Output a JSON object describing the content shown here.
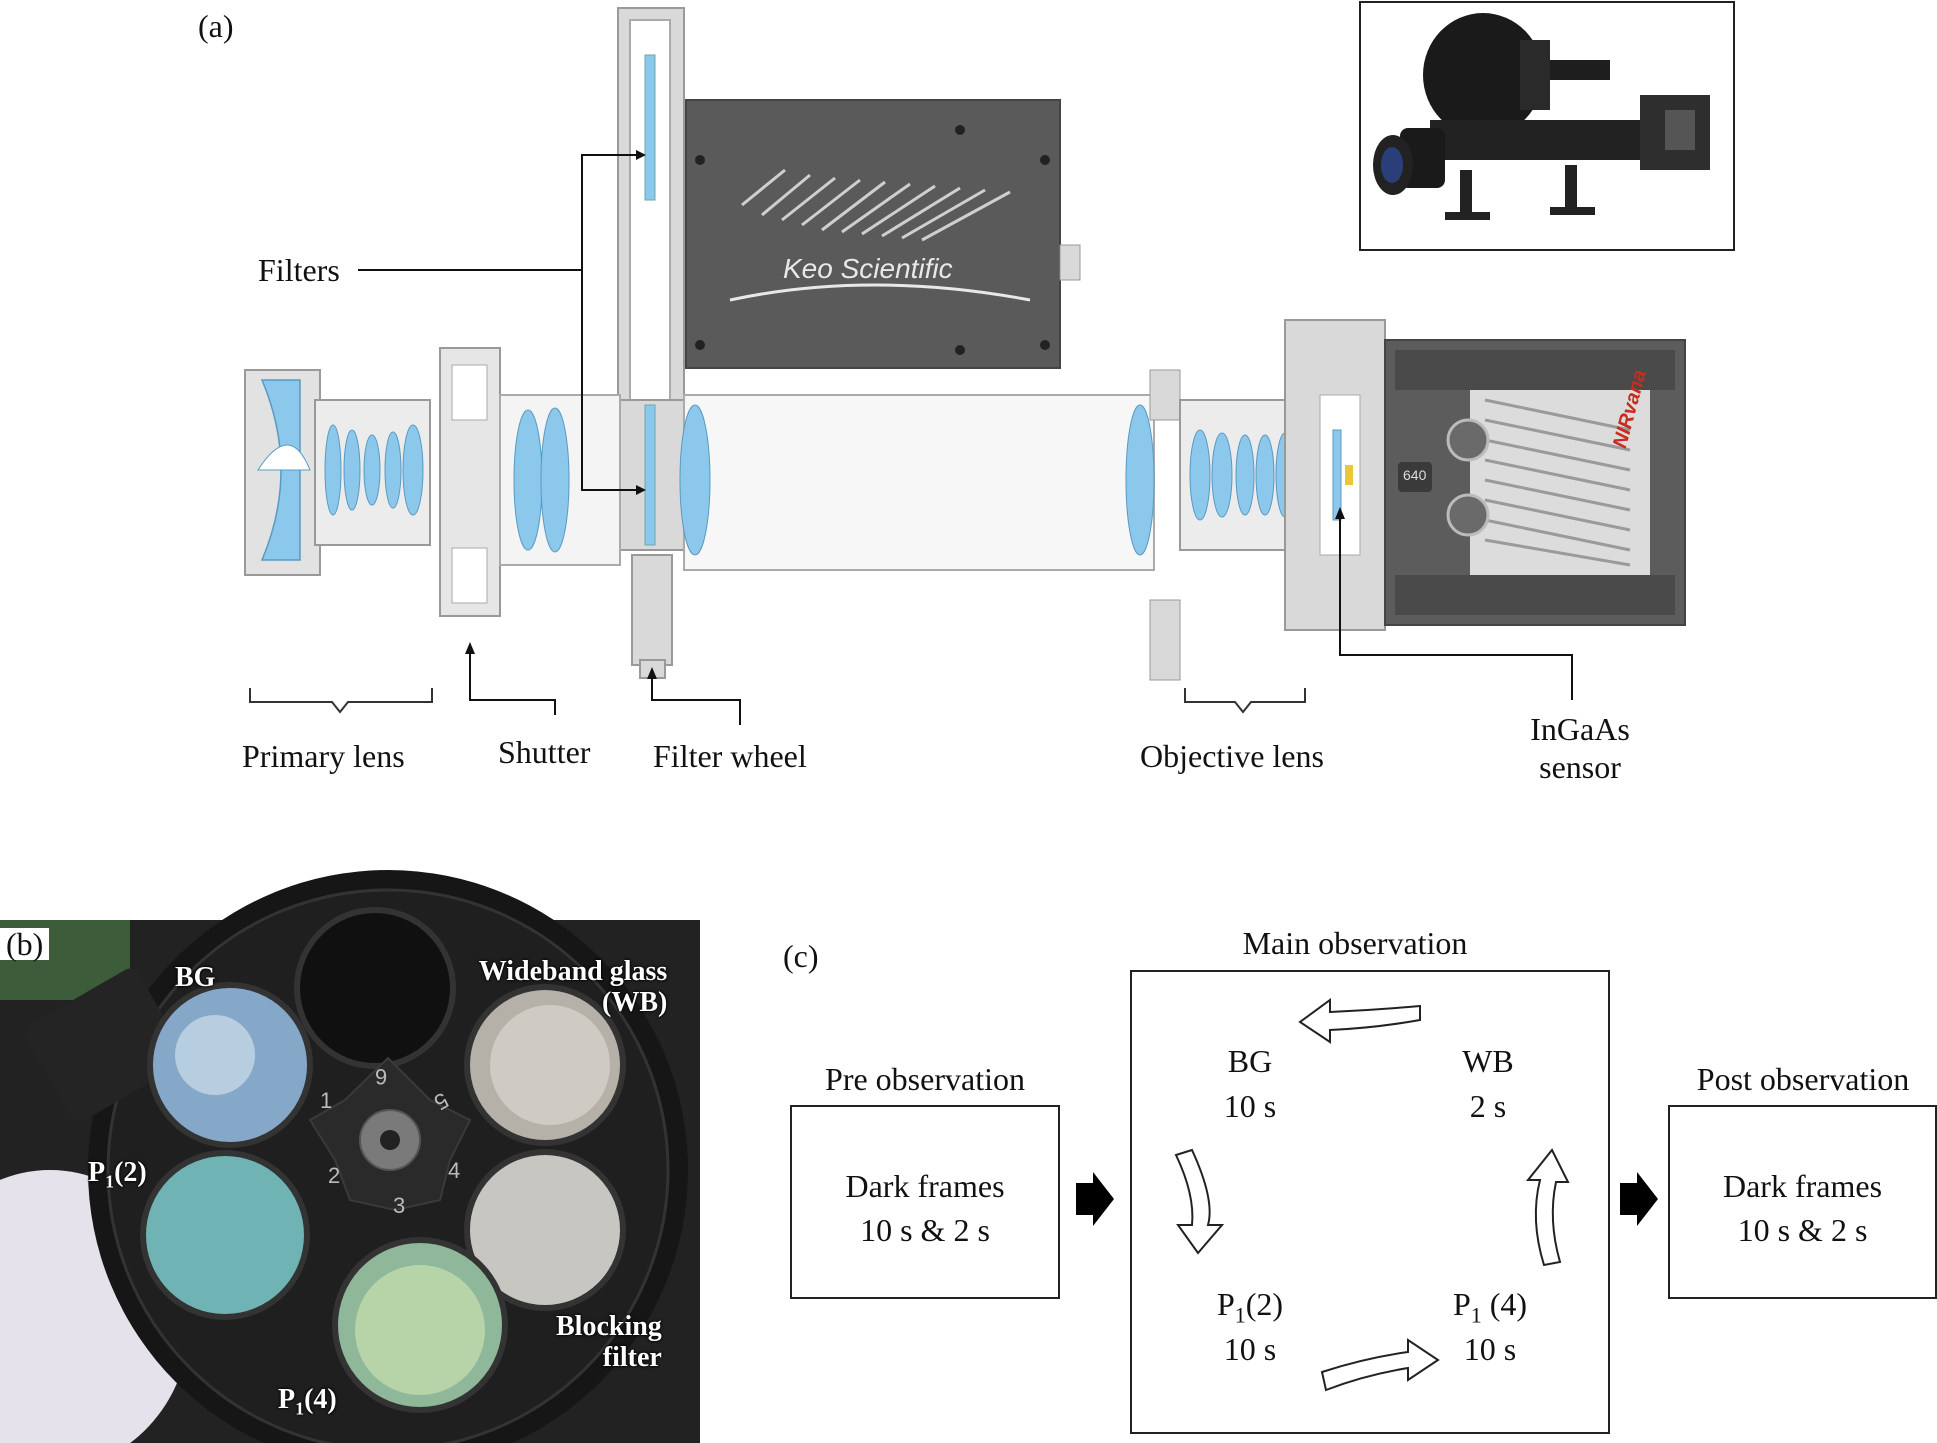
{
  "panels": {
    "a": "(a)",
    "b": "(b)",
    "c": "(c)"
  },
  "diagram_a": {
    "filters": "Filters",
    "primary_lens": "Primary lens",
    "shutter": "Shutter",
    "filter_wheel": "Filter wheel",
    "objective_lens": "Objective lens",
    "sensor_line1": "InGaAs",
    "sensor_line2": "sensor",
    "keo_brand": "Keo Scientific",
    "camera_brand": "NIRvana",
    "camera_model": "640"
  },
  "photo_b": {
    "bg": "BG",
    "wb_line1": "Wideband glass",
    "wb_line2": "(WB)",
    "p1_2": "P",
    "p1_2_sub": "1",
    "p1_2_rest": "(2)",
    "p1_4": "P",
    "p1_4_sub": "1",
    "p1_4_rest": "(4)",
    "blocking_line1": "Blocking",
    "blocking_line2": "filter",
    "slots": [
      "1",
      "2",
      "3",
      "4",
      "5",
      "6"
    ]
  },
  "flow_c": {
    "pre_title": "Pre observation",
    "pre_line1": "Dark frames",
    "pre_line2": "10 s & 2 s",
    "main_title": "Main observation",
    "bg_name": "BG",
    "bg_time": "10 s",
    "wb_name": "WB",
    "wb_time": "2 s",
    "p2_name": "P",
    "p2_sub": "1",
    "p2_rest": "(2)",
    "p2_time": "10 s",
    "p4_name": "P",
    "p4_sub": "1",
    "p4_rest": " (4)",
    "p4_time": "10 s",
    "post_title": "Post observation",
    "post_line1": "Dark frames",
    "post_line2": "10 s & 2 s"
  },
  "colors": {
    "glass": "#8cc8ec",
    "housing": "#d7d7d7",
    "box": "#5a5a5a",
    "photo_bg": "#1c1c1c"
  }
}
